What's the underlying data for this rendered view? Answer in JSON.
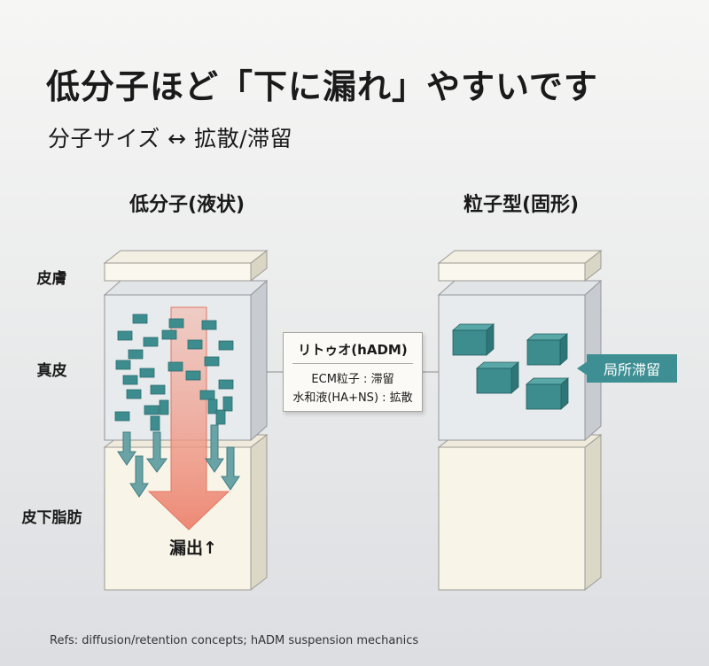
{
  "title": "低分子ほど「下に漏れ」やすいです",
  "subtitle": "分子サイズ ↔ 拡散/滞留",
  "left_column": {
    "heading": "低分子(液状)",
    "layers": {
      "skin": "皮膚",
      "dermis": "真皮",
      "subcutaneous": "皮下脂肪"
    },
    "leak_label": "漏出↑"
  },
  "center_box": {
    "title": "リトゥオ(hADM)",
    "line1": "ECM粒子 : 滞留",
    "line2": "水和液(HA+NS) : 拡散"
  },
  "right_column": {
    "heading": "粒子型(固形)",
    "callout": "局所滞留"
  },
  "footnote": "Refs: diffusion/retention concepts; hADM suspension mechanics",
  "colors": {
    "particle": "#3d8d8f",
    "leak_arrow": "#ee8a78",
    "small_arrow": "#6aa3a6",
    "callout": "#3e8f93"
  }
}
